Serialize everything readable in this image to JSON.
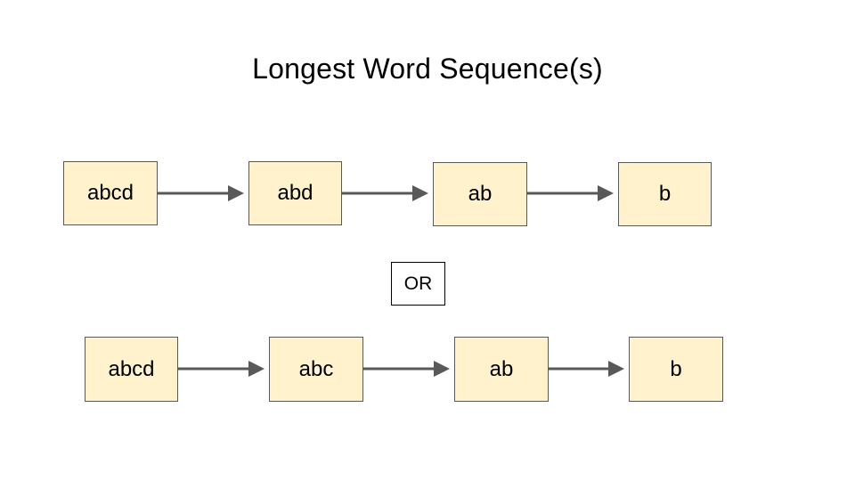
{
  "title": "Longest Word Sequence(s)",
  "sequences": [
    {
      "nodes": [
        "abcd",
        "abd",
        "ab",
        "b"
      ]
    },
    {
      "nodes": [
        "abcd",
        "abc",
        "ab",
        "b"
      ]
    }
  ],
  "separator": "OR",
  "colors": {
    "node_fill": "#fff2cc",
    "node_border": "#595959",
    "arrow": "#595959",
    "text": "#000000"
  }
}
